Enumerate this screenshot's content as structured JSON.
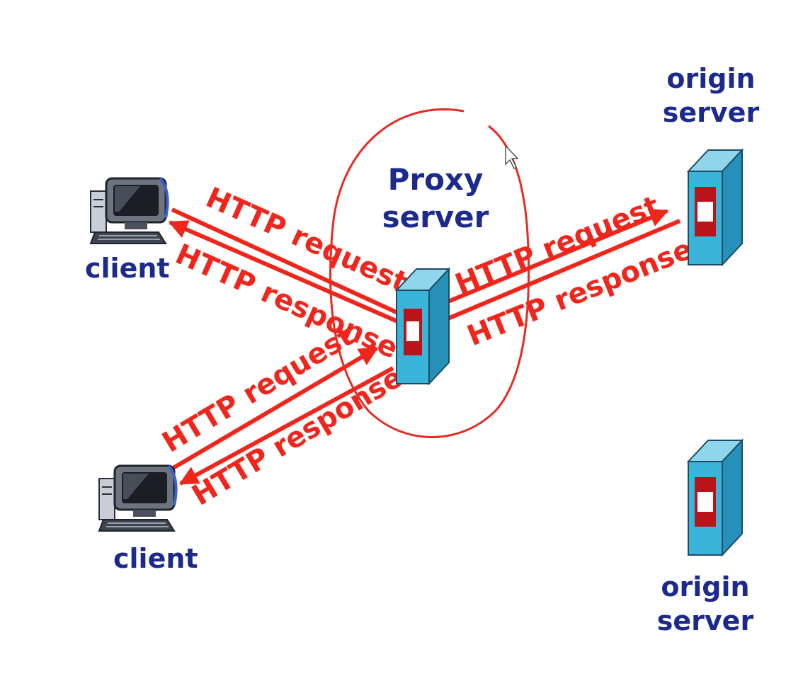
{
  "diagram": {
    "proxy": {
      "line1": "Proxy",
      "line2": "server"
    },
    "origin_top": {
      "line1": "origin",
      "line2": "server"
    },
    "origin_bottom": {
      "line1": "origin",
      "line2": "server"
    },
    "client_top": {
      "label": "client"
    },
    "client_bottom": {
      "label": "client"
    },
    "messages": {
      "c1_request": "HTTP request",
      "c1_response": "HTTP response",
      "o1_request": "HTTP request",
      "o1_response": "HTTP response",
      "c2_request": "HTTP request",
      "c2_response": "HTTP response"
    },
    "colors": {
      "label": "#1b2a8c",
      "message": "#f0261c",
      "server_body": "#3ab4d8",
      "server_slot": "#b8141a"
    },
    "icons": [
      "desktop-computer-icon",
      "server-tower-icon",
      "mouse-cursor-icon"
    ]
  }
}
